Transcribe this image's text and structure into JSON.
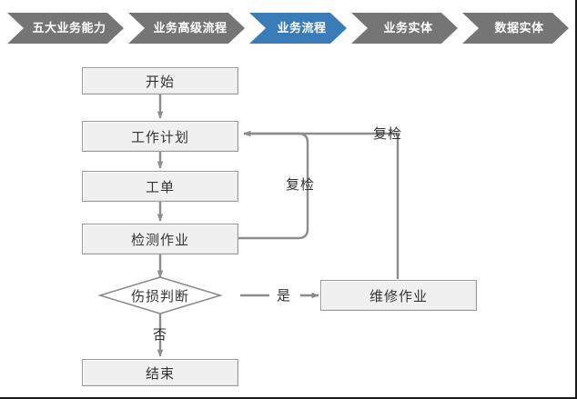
{
  "breadcrumb": {
    "active_index": 2,
    "active_color": "#3a7cb8",
    "inactive_color": "#757575",
    "items": [
      {
        "label": "五大业务能力"
      },
      {
        "label": "业务高级流程"
      },
      {
        "label": "业务流程"
      },
      {
        "label": "业务实体"
      },
      {
        "label": "数据实体"
      }
    ]
  },
  "flowchart": {
    "node_fill": "#f0f0f0",
    "node_border": "#9a9a9a",
    "connector_color": "#8c8c8c",
    "nodes": [
      {
        "id": "start",
        "label": "开始",
        "shape": "rect"
      },
      {
        "id": "plan",
        "label": "工作计划",
        "shape": "rect"
      },
      {
        "id": "order",
        "label": "工单",
        "shape": "rect"
      },
      {
        "id": "inspect",
        "label": "检测作业",
        "shape": "rect"
      },
      {
        "id": "decision",
        "label": "伤损判断",
        "shape": "diamond"
      },
      {
        "id": "repair",
        "label": "维修作业",
        "shape": "rect"
      },
      {
        "id": "end",
        "label": "结束",
        "shape": "rect"
      }
    ],
    "edge_labels": {
      "recheck_inner": "复检",
      "recheck_outer": "复检",
      "yes": "是",
      "no": "否"
    }
  }
}
